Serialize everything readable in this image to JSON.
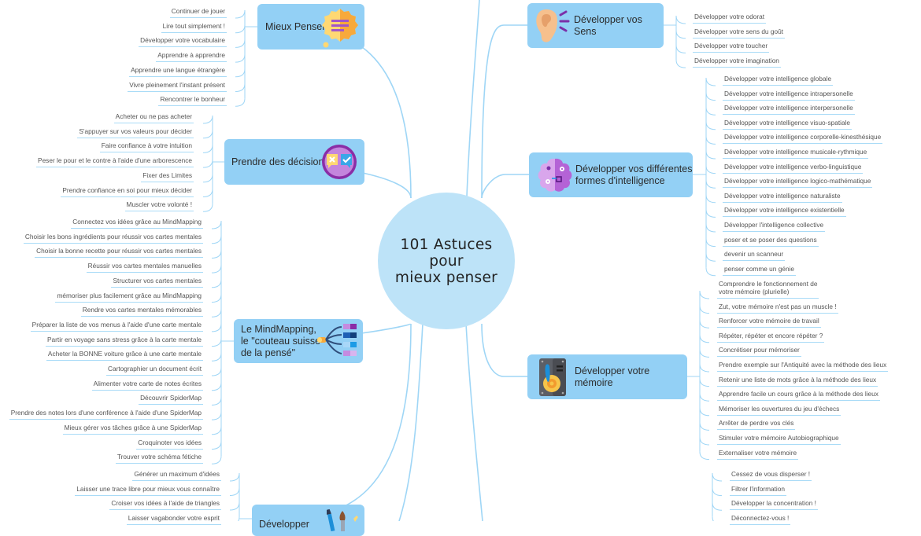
{
  "center": {
    "title": "101 Astuces\npour\nmieux penser"
  },
  "colors": {
    "line": "#9fd6f6",
    "topic_fill": "#93d0f5",
    "center_fill": "#bde3f8"
  },
  "topics": {
    "mieux_penser": {
      "label": "Mieux Penser",
      "icon": "thought-bubble-icon",
      "items": [
        "Continuer de jouer",
        "Lire tout simplement !",
        "Développer votre vocabulaire",
        "Apprendre à apprendre",
        "Apprendre une langue étrangère",
        "Vivre pleinement l'instant présent",
        "Rencontrer le bonheur"
      ]
    },
    "decisions": {
      "label": "Prendre des décisions",
      "icon": "decision-chat-icon",
      "items": [
        "Acheter ou ne pas acheter",
        "S'appuyer sur vos valeurs pour décider",
        "Faire confiance à votre intuition",
        "Peser le pour et le contre à l'aide d'une arborescence",
        "Fixer des Limites",
        "Prendre confiance en soi pour mieux décider",
        "Muscler votre volonté !"
      ]
    },
    "mindmapping": {
      "label": "Le MindMapping,\nle \"couteau suisse\nde la pensé\"",
      "icon": "mindmap-branches-icon",
      "items": [
        "Connectez vos idées grâce au MindMapping",
        "Choisir les bons ingrédients pour réussir vos cartes mentales",
        "Choisir la bonne recette pour réussir vos cartes mentales",
        "Réussir vos cartes mentales manuelles",
        "Structurer vos cartes mentales",
        "mémoriser plus facilement grâce au MindMapping",
        "Rendre vos cartes mentales mémorables",
        "Préparer la liste de vos menus à l'aide d'une carte mentale",
        "Partir en voyage sans stress grâce à la carte mentale",
        "Acheter la BONNE voiture grâce à une carte mentale",
        "Cartographier un document écrit",
        "Alimenter votre carte de notes écrites",
        "Découvrir SpiderMap",
        "Prendre des notes lors d'une conférence à l'aide d'une SpiderMap",
        "Mieux gérer vos tâches grâce à une SpiderMap",
        "Croquinoter vos idées",
        "Trouver votre schéma fétiche"
      ]
    },
    "creativite": {
      "label": "Développer",
      "icon": "paint-brushes-icon",
      "items": [
        "Générer un maximum d'idées",
        "Laisser une trace libre pour mieux vous connaître",
        "Croiser vos idées à l'aide de triangles",
        "Laisser vagabonder votre esprit"
      ]
    },
    "sens": {
      "label": "Développer vos Sens",
      "icon": "ear-icon",
      "items": [
        "Développer votre odorat",
        "Développer votre sens du goût",
        "Développer votre toucher",
        "Développer votre imagination"
      ]
    },
    "intelligence": {
      "label": "Développer vos différentes\n formes d'intelligence",
      "icon": "brain-icon",
      "items": [
        "Développer votre intelligence globale",
        "Développer votre intelligence intrapersonelle",
        "Développer votre intelligence interpersonelle",
        "Développer votre intelligence visuo-spatiale",
        "Développer votre intelligence corporelle-kinesthésique",
        "Développer votre intelligence musicale-rythmique",
        "Développer votre intelligence verbo-linguistique",
        "Développer votre intelligence logico-mathématique",
        "Développer votre intelligence naturaliste",
        "Développer votre intelligence existentielle",
        "Développer l'intelligence collective",
        "poser et se poser des questions",
        "devenir un scanneur",
        "penser comme un génie"
      ]
    },
    "memoire": {
      "label": "Développer votre mémoire",
      "icon": "hard-drive-icon",
      "items": [
        "Comprendre le fonctionnement de\nvotre mémoire (plurielle)",
        "Zut, votre mémoire n'est pas un muscle !",
        "Renforcer votre mémoire de travail",
        "Répéter, répéter et encore répéter ?",
        "Concrétiser pour mémoriser",
        "Prendre exemple sur l'Antiquité avec la méthode des lieux",
        "Retenir une liste de mots grâce à la méthode des lieux",
        "Apprendre facile un cours grâce à la méthode des lieux",
        "Mémoriser les ouvertures du jeu d'échecs",
        "Arrêter de perdre vos clés",
        "Stimuler votre mémoire Autobiographique",
        "Externaliser votre mémoire"
      ]
    },
    "concentration": {
      "items": [
        "Cessez de vous disperser !",
        "Filtrer l'information",
        "Développer la concentration !",
        "Déconnectez-vous !"
      ]
    }
  }
}
